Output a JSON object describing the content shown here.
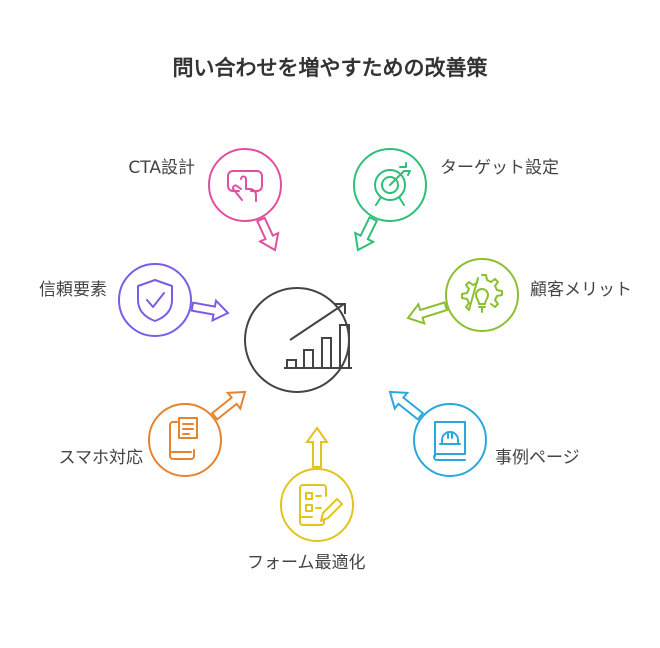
{
  "title": "問い合わせを増やすための改善策",
  "center": {
    "icon": "growth-chart-icon",
    "color": "#444444"
  },
  "nodes": [
    {
      "id": "cta",
      "label": "CTA設計",
      "icon": "tap-button-icon",
      "color": "#e0509e"
    },
    {
      "id": "target",
      "label": "ターゲット設定",
      "icon": "target-icon",
      "color": "#2fbf7a"
    },
    {
      "id": "trust",
      "label": "信頼要素",
      "icon": "shield-check-icon",
      "color": "#7b5ce8"
    },
    {
      "id": "benefit",
      "label": "顧客メリット",
      "icon": "gear-bulb-icon",
      "color": "#8cbf2f"
    },
    {
      "id": "mobile",
      "label": "スマホ対応",
      "icon": "smartphone-icon",
      "color": "#e6842e"
    },
    {
      "id": "cases",
      "label": "事例ページ",
      "icon": "case-book-icon",
      "color": "#2aa8dc"
    },
    {
      "id": "form",
      "label": "フォーム最適化",
      "icon": "form-edit-icon",
      "color": "#e2c41e"
    }
  ]
}
